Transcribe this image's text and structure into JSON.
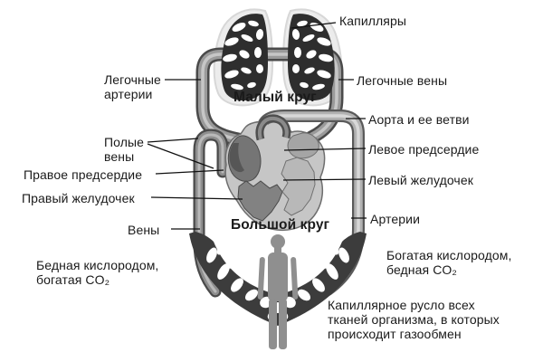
{
  "figure": {
    "small_circle_label": "Малый круг",
    "big_circle_label": "Большой круг"
  },
  "labels": {
    "capillaries": "Капилляры",
    "pulmonary_arteries": "Легочные\nартерии",
    "pulmonary_veins": "Легочные вены",
    "aorta": "Аорта и ее ветви",
    "vena_cava": "Полые\nвены",
    "left_atrium": "Левое предсердие",
    "right_atrium": "Правое предсердие",
    "left_ventricle": "Левый желудочек",
    "right_ventricle": "Правый желудочек",
    "veins": "Вены",
    "arteries": "Артерии",
    "oxygen_poor": "Бедная кислородом,\nбогатая CO₂",
    "oxygen_rich": "Богатая кислородом,\nбедная CO₂",
    "capillary_bed": "Капиллярное русло всех\nтканей организма, в которых\nпроисходит газообмен"
  },
  "colors": {
    "background": "#ffffff",
    "text": "#1a1a1a",
    "capillary_mesh": "#2e2e2e",
    "vessel_gray": "#9a9a9a",
    "heart_gray": "#c6c6c6"
  }
}
